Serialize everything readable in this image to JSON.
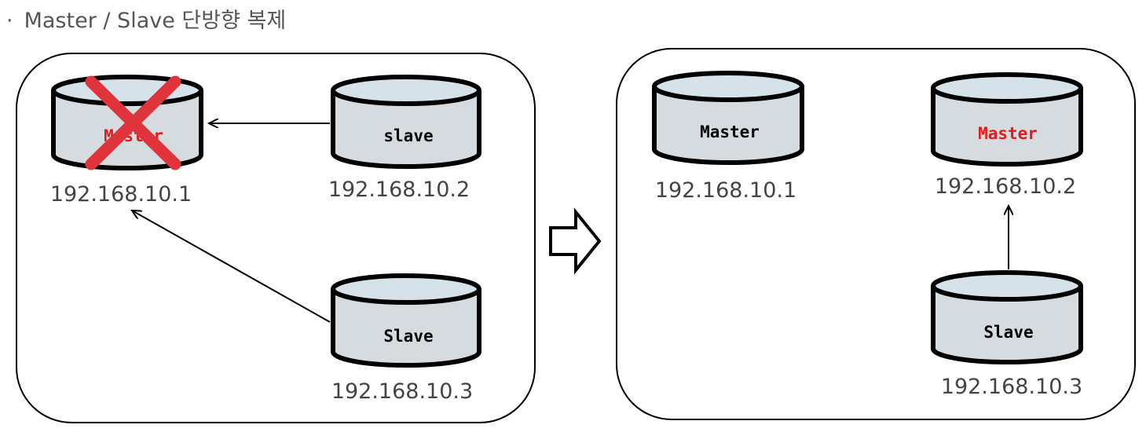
{
  "heading": {
    "bullet": "·",
    "text": "Master / Slave 단방향 복제"
  },
  "colors": {
    "cylinder_top": "#d6e2ea",
    "cylinder_body": "#d6dbe0",
    "outline": "#000000",
    "label_default": "#000000",
    "label_highlight": "#e21a1a",
    "cross": "#e0343c",
    "ip_text": "#444444"
  },
  "left_panel": {
    "master": {
      "label": "Master",
      "ip": "192.168.10.1",
      "status": "failed",
      "cross_icon": "x-mark-icon"
    },
    "slave_top": {
      "label": "slave",
      "ip": "192.168.10.2"
    },
    "slave_bottom": {
      "label": "Slave",
      "ip": "192.168.10.3"
    }
  },
  "transition_icon": "right-arrow-icon",
  "right_panel": {
    "old_master": {
      "label": "Master",
      "ip": "192.168.10.1"
    },
    "new_master": {
      "label": "Master",
      "ip": "192.168.10.2"
    },
    "slave": {
      "label": "Slave",
      "ip": "192.168.10.3"
    }
  }
}
